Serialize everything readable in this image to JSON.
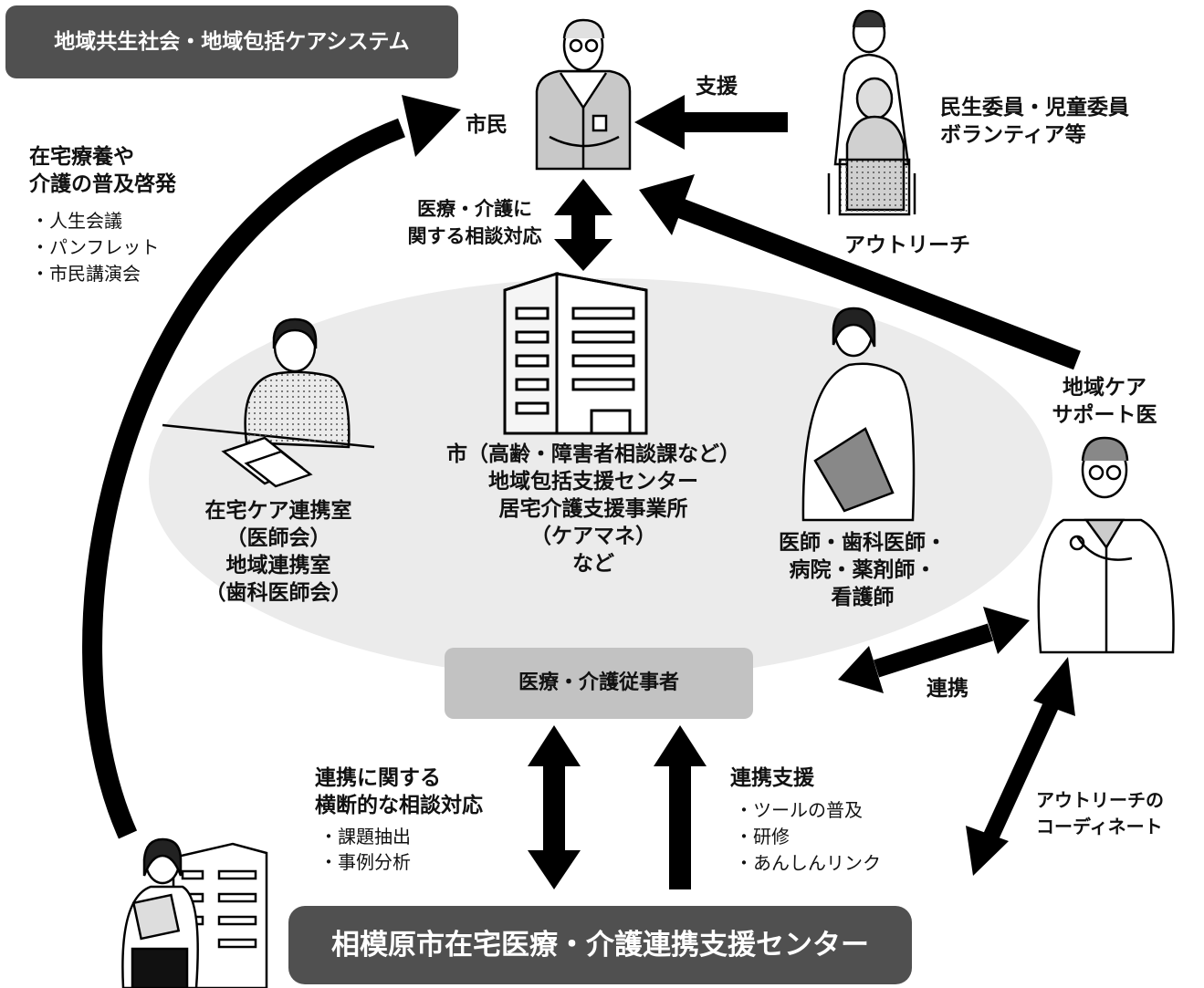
{
  "title": "地域共生社会・地域包括ケアシステム",
  "citizen_label": "市民",
  "support_label": "支援",
  "volunteer_lines": [
    "民生委員・児童委員",
    "ボランティア等"
  ],
  "outreach_label": "アウトリーチ",
  "consult_lines": [
    "医療・介護に",
    "関する相談対応"
  ],
  "promo": {
    "heading": [
      "在宅療養や",
      "介護の普及啓発"
    ],
    "items": [
      "・人生会議",
      "・パンフレット",
      "・市民講演会"
    ]
  },
  "left_org_lines": [
    "在宅ケア連携室",
    "（医師会）",
    "地域連携室",
    "（歯科医師会）"
  ],
  "center_org_lines": [
    "市（高齢・障害者相談課など）",
    "地域包括支援センター",
    "居宅介護支援事業所",
    "（ケアマネ）",
    "など"
  ],
  "right_org_lines": [
    "医師・歯科医師・",
    "病院・薬剤師・",
    "看護師"
  ],
  "support_doctor_lines": [
    "地域ケア",
    "サポート医"
  ],
  "staff_box": "医療・介護従事者",
  "cooperation_label": "連携",
  "cross_consult": {
    "heading": [
      "連携に関する",
      "横断的な相談対応"
    ],
    "items": [
      "・課題抽出",
      "・事例分析"
    ]
  },
  "coop_support": {
    "heading": "連携支援",
    "items": [
      "・ツールの普及",
      "・研修",
      "・あんしんリンク"
    ]
  },
  "outreach_coord_lines": [
    "アウトリーチの",
    "コーディネート"
  ],
  "center_name": "相模原市在宅医療・介護連携支援センター",
  "colors": {
    "dark_box": "#505050",
    "grey_box": "#c2c2c2",
    "ellipse": "#ebebeb",
    "arrow": "#000000"
  }
}
